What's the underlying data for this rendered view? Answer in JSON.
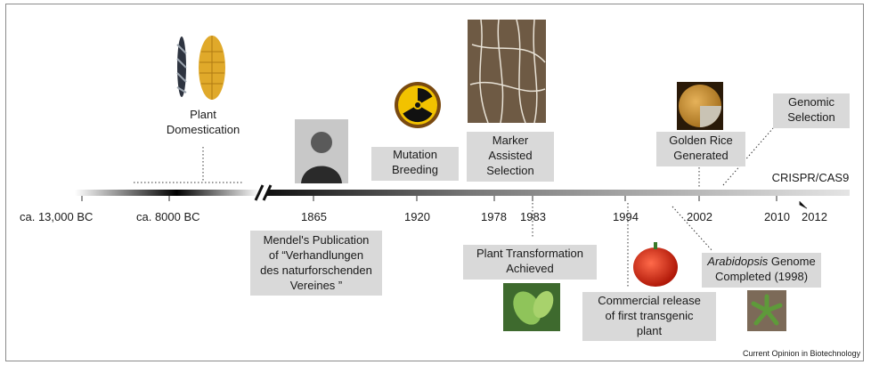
{
  "timeline": {
    "years": {
      "y13000": "ca. 13,000 BC",
      "y8000": "ca. 8000 BC",
      "y1865": "1865",
      "y1920": "1920",
      "y1978": "1978",
      "y1983": "1983",
      "y1994": "1994",
      "y2002": "2002",
      "y2010": "2010",
      "y2012": "2012"
    },
    "events": {
      "domestication": [
        "Plant",
        "Domestication"
      ],
      "mendel": [
        "Mendel's Publication",
        "of “Verhandlungen",
        "des naturforschenden",
        "Vereines ”"
      ],
      "mutation": [
        "Mutation",
        "Breeding"
      ],
      "marker": [
        "Marker",
        "Assisted",
        "Selection"
      ],
      "transformation": [
        "Plant Transformation",
        "Achieved"
      ],
      "commercial": [
        "Commercial release",
        "of first transgenic",
        "plant"
      ],
      "golden_rice": [
        "Golden Rice",
        "Generated"
      ],
      "arabidopsis_italic": "Arabidopsis",
      "arabidopsis_rest": " Genome",
      "arabidopsis_line2": "Completed (1998)",
      "genomic": [
        "Genomic",
        "Selection"
      ],
      "crispr": "CRISPR/CAS9"
    }
  },
  "caption": "Current Opinion in Biotechnology",
  "colors": {
    "box": "#d9d9d9",
    "axis_dark": "#111111",
    "axis_light": "#dddddd",
    "radiation": "#f2c200",
    "pepper": "#d61f10"
  }
}
